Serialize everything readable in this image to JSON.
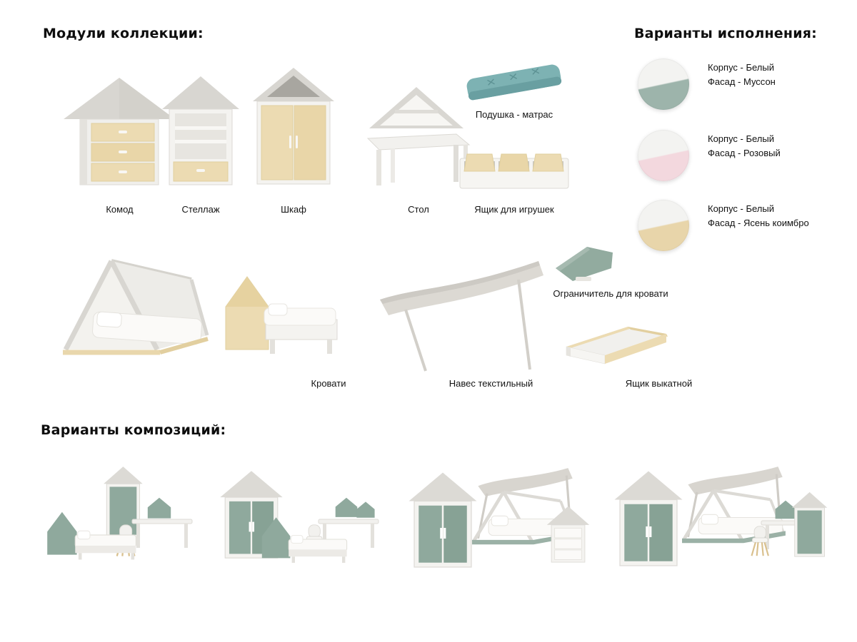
{
  "headings": {
    "modules": "Модули коллекции:",
    "variants": "Варианты исполнения:",
    "compositions": "Варианты композиций:"
  },
  "modules": {
    "dresser": {
      "label": "Комод"
    },
    "shelf": {
      "label": "Стеллаж"
    },
    "wardrobe": {
      "label": "Шкаф"
    },
    "desk": {
      "label": "Стол"
    },
    "cushion": {
      "label": "Подушка - матрас"
    },
    "toybox": {
      "label": "Ящик для игрушек"
    },
    "beds": {
      "label": "Кровати"
    },
    "canopy": {
      "label": "Навес текстильный"
    },
    "limiter": {
      "label": "Ограничитель для кровати"
    },
    "drawer": {
      "label": "Ящик выкатной"
    }
  },
  "variants": [
    {
      "corpus": "Корпус - Белый",
      "facade": "Фасад - Муссон",
      "colors": {
        "corpus": "#f3f3f1",
        "facade": "#9db4ab"
      }
    },
    {
      "corpus": "Корпус - Белый",
      "facade": "Фасад - Розовый",
      "colors": {
        "corpus": "#f3f3f1",
        "facade": "#f3d8de"
      }
    },
    {
      "corpus": "Корпус - Белый",
      "facade": "Фасад - Ясень коимбро",
      "colors": {
        "corpus": "#f3f3f1",
        "facade": "#e8d5aa"
      }
    }
  ],
  "palette": {
    "roof_gray": "#d8d6d1",
    "body_white": "#f4f3f0",
    "wood_ash": "#e9d7ac",
    "sage_musson": "#92ab9f",
    "teal_cushion": "#7bb0b2",
    "pink": "#f3d8de"
  }
}
